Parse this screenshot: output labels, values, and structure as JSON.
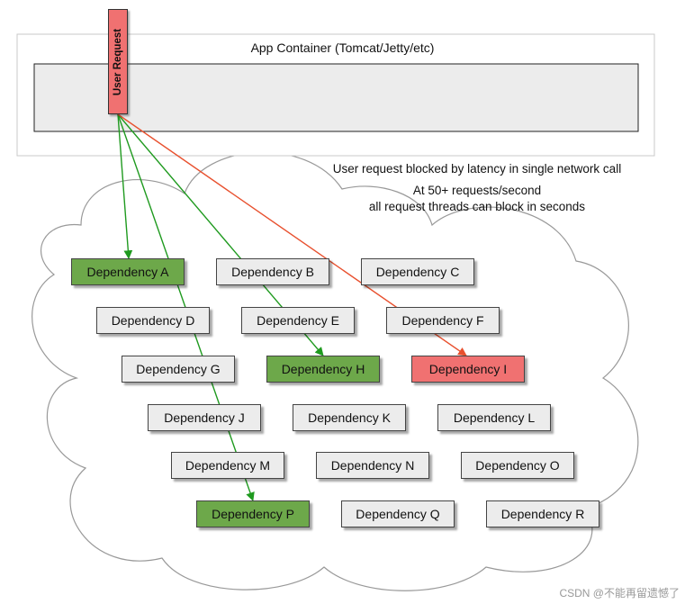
{
  "container": {
    "title": "App Container (Tomcat/Jetty/etc)"
  },
  "user_request": {
    "label": "User Request"
  },
  "annotations": {
    "line1": "User request blocked by latency in single network call",
    "line2": "At 50+ requests/second",
    "line3": "all request threads can block in seconds"
  },
  "dependencies": [
    {
      "label": "Dependency A",
      "state": "called"
    },
    {
      "label": "Dependency B",
      "state": "idle"
    },
    {
      "label": "Dependency C",
      "state": "idle"
    },
    {
      "label": "Dependency D",
      "state": "idle"
    },
    {
      "label": "Dependency E",
      "state": "idle"
    },
    {
      "label": "Dependency F",
      "state": "idle"
    },
    {
      "label": "Dependency G",
      "state": "idle"
    },
    {
      "label": "Dependency H",
      "state": "called"
    },
    {
      "label": "Dependency I",
      "state": "blocked"
    },
    {
      "label": "Dependency J",
      "state": "idle"
    },
    {
      "label": "Dependency K",
      "state": "idle"
    },
    {
      "label": "Dependency L",
      "state": "idle"
    },
    {
      "label": "Dependency M",
      "state": "idle"
    },
    {
      "label": "Dependency N",
      "state": "idle"
    },
    {
      "label": "Dependency O",
      "state": "idle"
    },
    {
      "label": "Dependency P",
      "state": "called"
    },
    {
      "label": "Dependency Q",
      "state": "idle"
    },
    {
      "label": "Dependency R",
      "state": "idle"
    }
  ],
  "colors": {
    "called": "#6da84a",
    "blocked": "#f07171",
    "idle": "#ececec",
    "green_arrow": "#1f9a1f",
    "red_arrow": "#e8502e"
  },
  "watermark": "CSDN @不能再留遗憾了"
}
